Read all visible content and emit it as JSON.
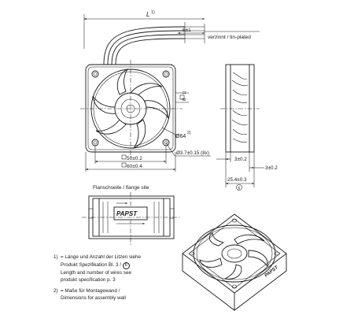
{
  "dimensions": {
    "length_ref": "L",
    "length_ref_note": "1)",
    "strip": "6±1",
    "tinned": "verzinnt  /  tin-plated",
    "mount_square": "□",
    "mount_value": "50±0.2",
    "outer_square": "□",
    "outer_value": "60±0.4",
    "side_square": "□",
    "side_value": "8",
    "side_note": "1)",
    "diameter": "Ø64",
    "diameter_note": "2)",
    "holes": "Ø3.7±0.15 (8x)",
    "frame_left": "3±0.2",
    "frame_right": "3±0.2",
    "depth": "25.4±0.3",
    "depth_note": "6"
  },
  "flange_label": "Flanschseite / flange site",
  "brand": "PAPST",
  "notes": [
    {
      "num": "1)",
      "lines": [
        "= Länge und Anzahl der Litzen siehe",
        "  Produkt Spezifikation Bl. 3 / ",
        "  Length and number of wires  see",
        "  produkt specification p. 3"
      ],
      "ref": "6"
    },
    {
      "num": "2)",
      "lines": [
        "= Maße für Montagewand /",
        "  Dimensions for assembly wall"
      ]
    }
  ]
}
